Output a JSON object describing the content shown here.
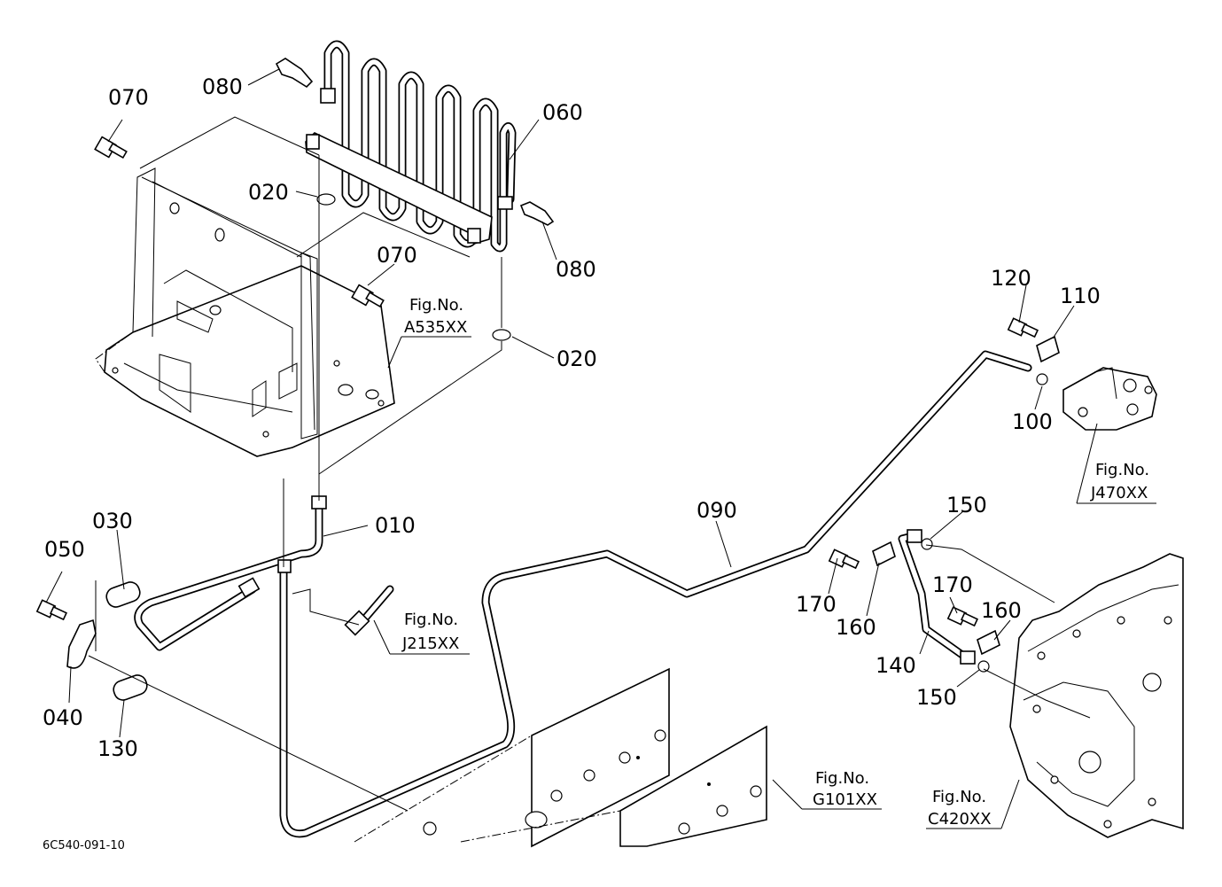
{
  "callouts": [
    {
      "id": "070a",
      "text": "070"
    },
    {
      "id": "080a",
      "text": "080"
    },
    {
      "id": "060",
      "text": "060"
    },
    {
      "id": "020a",
      "text": "020"
    },
    {
      "id": "070b",
      "text": "070"
    },
    {
      "id": "080b",
      "text": "080"
    },
    {
      "id": "020b",
      "text": "020"
    },
    {
      "id": "120",
      "text": "120"
    },
    {
      "id": "110",
      "text": "110"
    },
    {
      "id": "100",
      "text": "100"
    },
    {
      "id": "030",
      "text": "030"
    },
    {
      "id": "010",
      "text": "010"
    },
    {
      "id": "050",
      "text": "050"
    },
    {
      "id": "090",
      "text": "090"
    },
    {
      "id": "150a",
      "text": "150"
    },
    {
      "id": "170a",
      "text": "170"
    },
    {
      "id": "160a",
      "text": "160"
    },
    {
      "id": "170b",
      "text": "170"
    },
    {
      "id": "160b",
      "text": "160"
    },
    {
      "id": "140",
      "text": "140"
    },
    {
      "id": "040",
      "text": "040"
    },
    {
      "id": "150b",
      "text": "150"
    },
    {
      "id": "130",
      "text": "130"
    }
  ],
  "figure_refs": [
    {
      "id": "a535",
      "title": "Fig.No.",
      "code": "A535XX"
    },
    {
      "id": "j470",
      "title": "Fig.No.",
      "code": "J470XX"
    },
    {
      "id": "j215",
      "title": "Fig.No.",
      "code": "J215XX"
    },
    {
      "id": "g101",
      "title": "Fig.No.",
      "code": "G101XX"
    },
    {
      "id": "c420",
      "title": "Fig.No.",
      "code": "C420XX"
    }
  ],
  "drawing_code": "6C540-091-10"
}
